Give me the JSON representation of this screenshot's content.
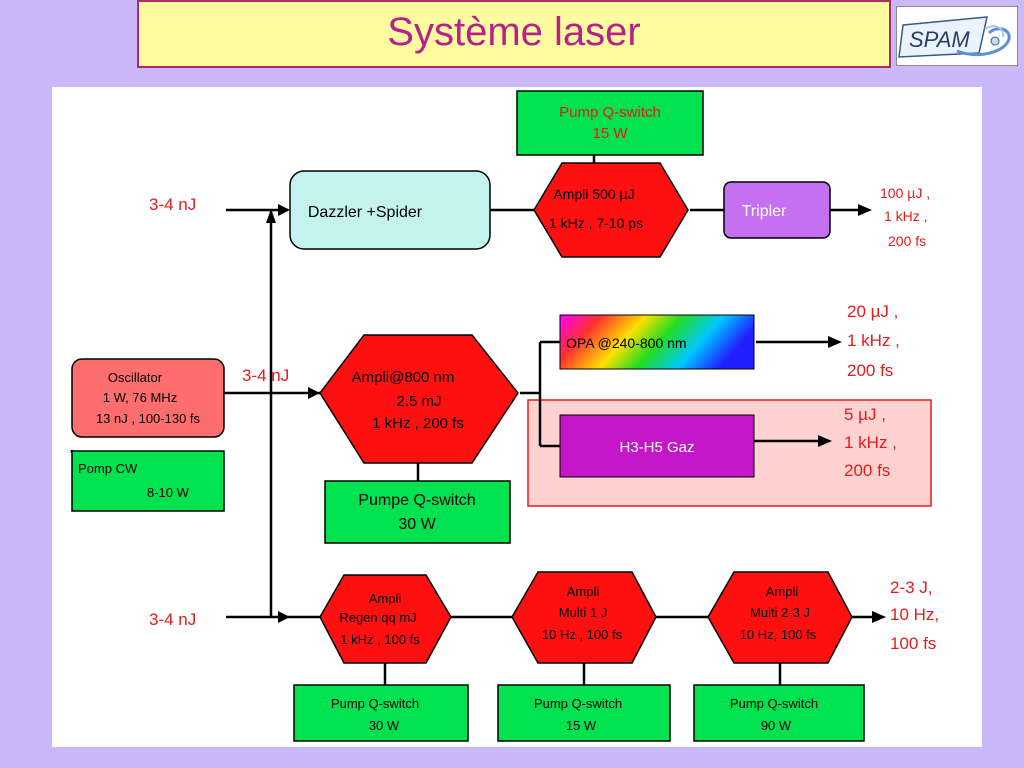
{
  "title": "Système laser",
  "logo": {
    "text": "SPAM",
    "icon": "spam-logo-swirl-icon"
  },
  "colors": {
    "background": "#cbb8fb",
    "title_bg": "#fdfd9f",
    "title_text": "#b8208c",
    "green": "#00e24f",
    "red": "#ff1010",
    "cyan": "#c4f2ef",
    "purple": "#c470f0",
    "magenta": "#c418c8",
    "pink_area": "#ffd2d2",
    "label_red": "#e21c1c"
  },
  "inputs": {
    "top": "3-4  nJ",
    "middle": "3-4  nJ",
    "bottom": "3-4  nJ"
  },
  "top_chain": {
    "dazzler": "Dazzler +Spider",
    "pump": [
      "Pump     Q-switch",
      "15 W"
    ],
    "ampli": [
      "Ampli 500   µJ",
      "1 kHz , 7-10  ps"
    ],
    "tripler": "Tripler",
    "output": [
      "100  µJ ,",
      "1 kHz ,",
      "200  fs"
    ]
  },
  "oscillator": {
    "box": [
      "Oscillator",
      "1 W, 76   MHz",
      "13  nJ , 100-130   fs"
    ],
    "pump": [
      "Pomp CW",
      "8-10 W"
    ]
  },
  "middle_chain": {
    "ampli": [
      "Ampli@800    nm",
      "2.5  mJ",
      "1 kHz , 200  fs"
    ],
    "pump": [
      "Pumpe   Q-switch",
      "30 W"
    ],
    "opa": "OPA @240-800     nm",
    "opa_output": [
      "20  µJ ,",
      "1 kHz ,",
      "200  fs"
    ],
    "h3h5": "H3-H5  Gaz",
    "h3h5_output": [
      "5  µJ ,",
      "1 kHz ,",
      "200  fs"
    ]
  },
  "bottom_chain": {
    "regen": [
      "Ampli",
      "Regen   qq mJ",
      "1 kHz  ,  100  fs"
    ],
    "multi1": [
      "Ampli",
      "Multi  1  J",
      "10  Hz , 100  fs"
    ],
    "multi2": [
      "Ampli",
      "Multi  2-3  J",
      "10  Hz,  100 fs"
    ],
    "pump1": [
      "Pump     Q-switch",
      "30 W"
    ],
    "pump2": [
      "Pump     Q-switch",
      "15 W"
    ],
    "pump3": [
      "Pump     Q-switch",
      "90 W"
    ],
    "output": [
      "2-3  J,",
      "10  Hz,",
      "100  fs"
    ]
  }
}
